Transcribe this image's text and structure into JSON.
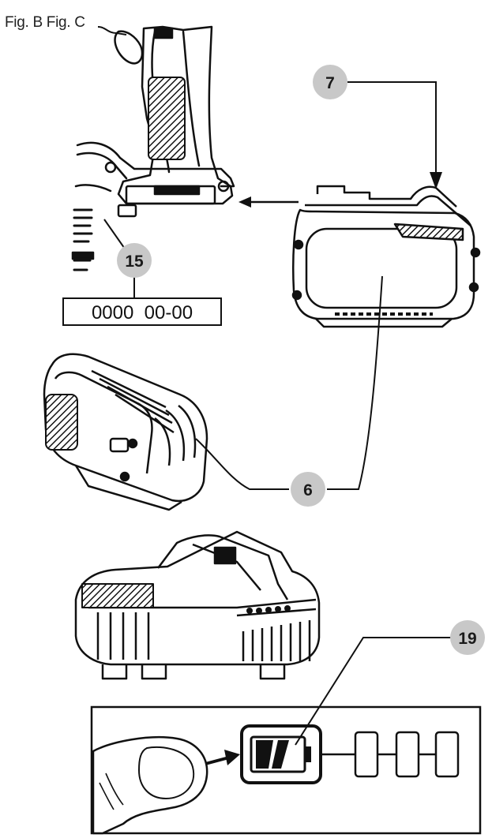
{
  "figure_caption": "Fig. B Fig. C",
  "callouts": {
    "seven": "7",
    "fifteen": "15",
    "six": "6",
    "nineteen": "19"
  },
  "date_code": "0000  00-00",
  "colors": {
    "line": "#111111",
    "callout_fill": "#c8c8c8",
    "dark_fill": "#3a3a3a"
  },
  "icons": [
    "drill-handle",
    "battery-pack",
    "battery-pack-angled",
    "charger",
    "finger",
    "fuel-gauge"
  ]
}
